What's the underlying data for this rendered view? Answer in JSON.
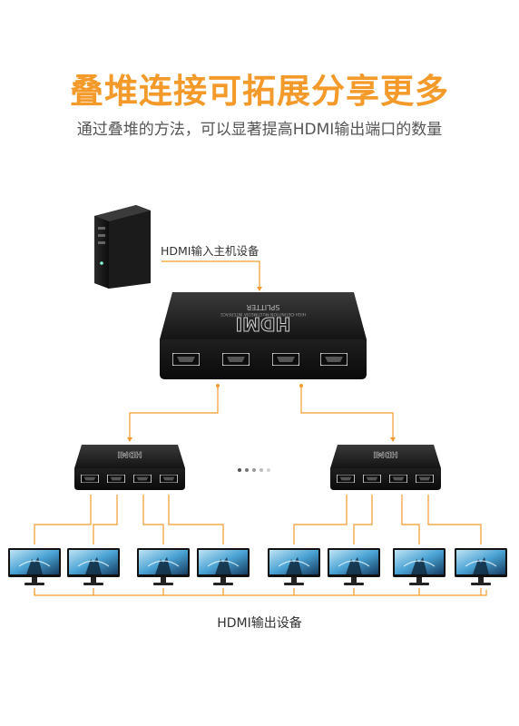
{
  "title": "叠堆连接可拓展分享更多",
  "subtitle": "通过叠堆的方法，可以显著提高HDMI输出端口的数量",
  "labels": {
    "input": "HDMI输入主机设备",
    "output": "HDMI输出设备"
  },
  "device_text": {
    "brand": "SPLITTER",
    "model": "HDMI",
    "spec": "HIGH-DEFINITION MULTIMEDIA INTERFACE"
  },
  "icons": [
    "pc-tower-icon",
    "hdmi-splitter-icon",
    "monitor-icon",
    "hdmi-port-icon"
  ],
  "colors": {
    "connector": "#f29a2e",
    "title": "#f39a2a",
    "device": "#1a1a1a"
  },
  "structure": {
    "main_splitter_outputs": 4,
    "sub_splitters": 2,
    "outputs_per_sub_splitter": 4,
    "monitors": 8
  }
}
